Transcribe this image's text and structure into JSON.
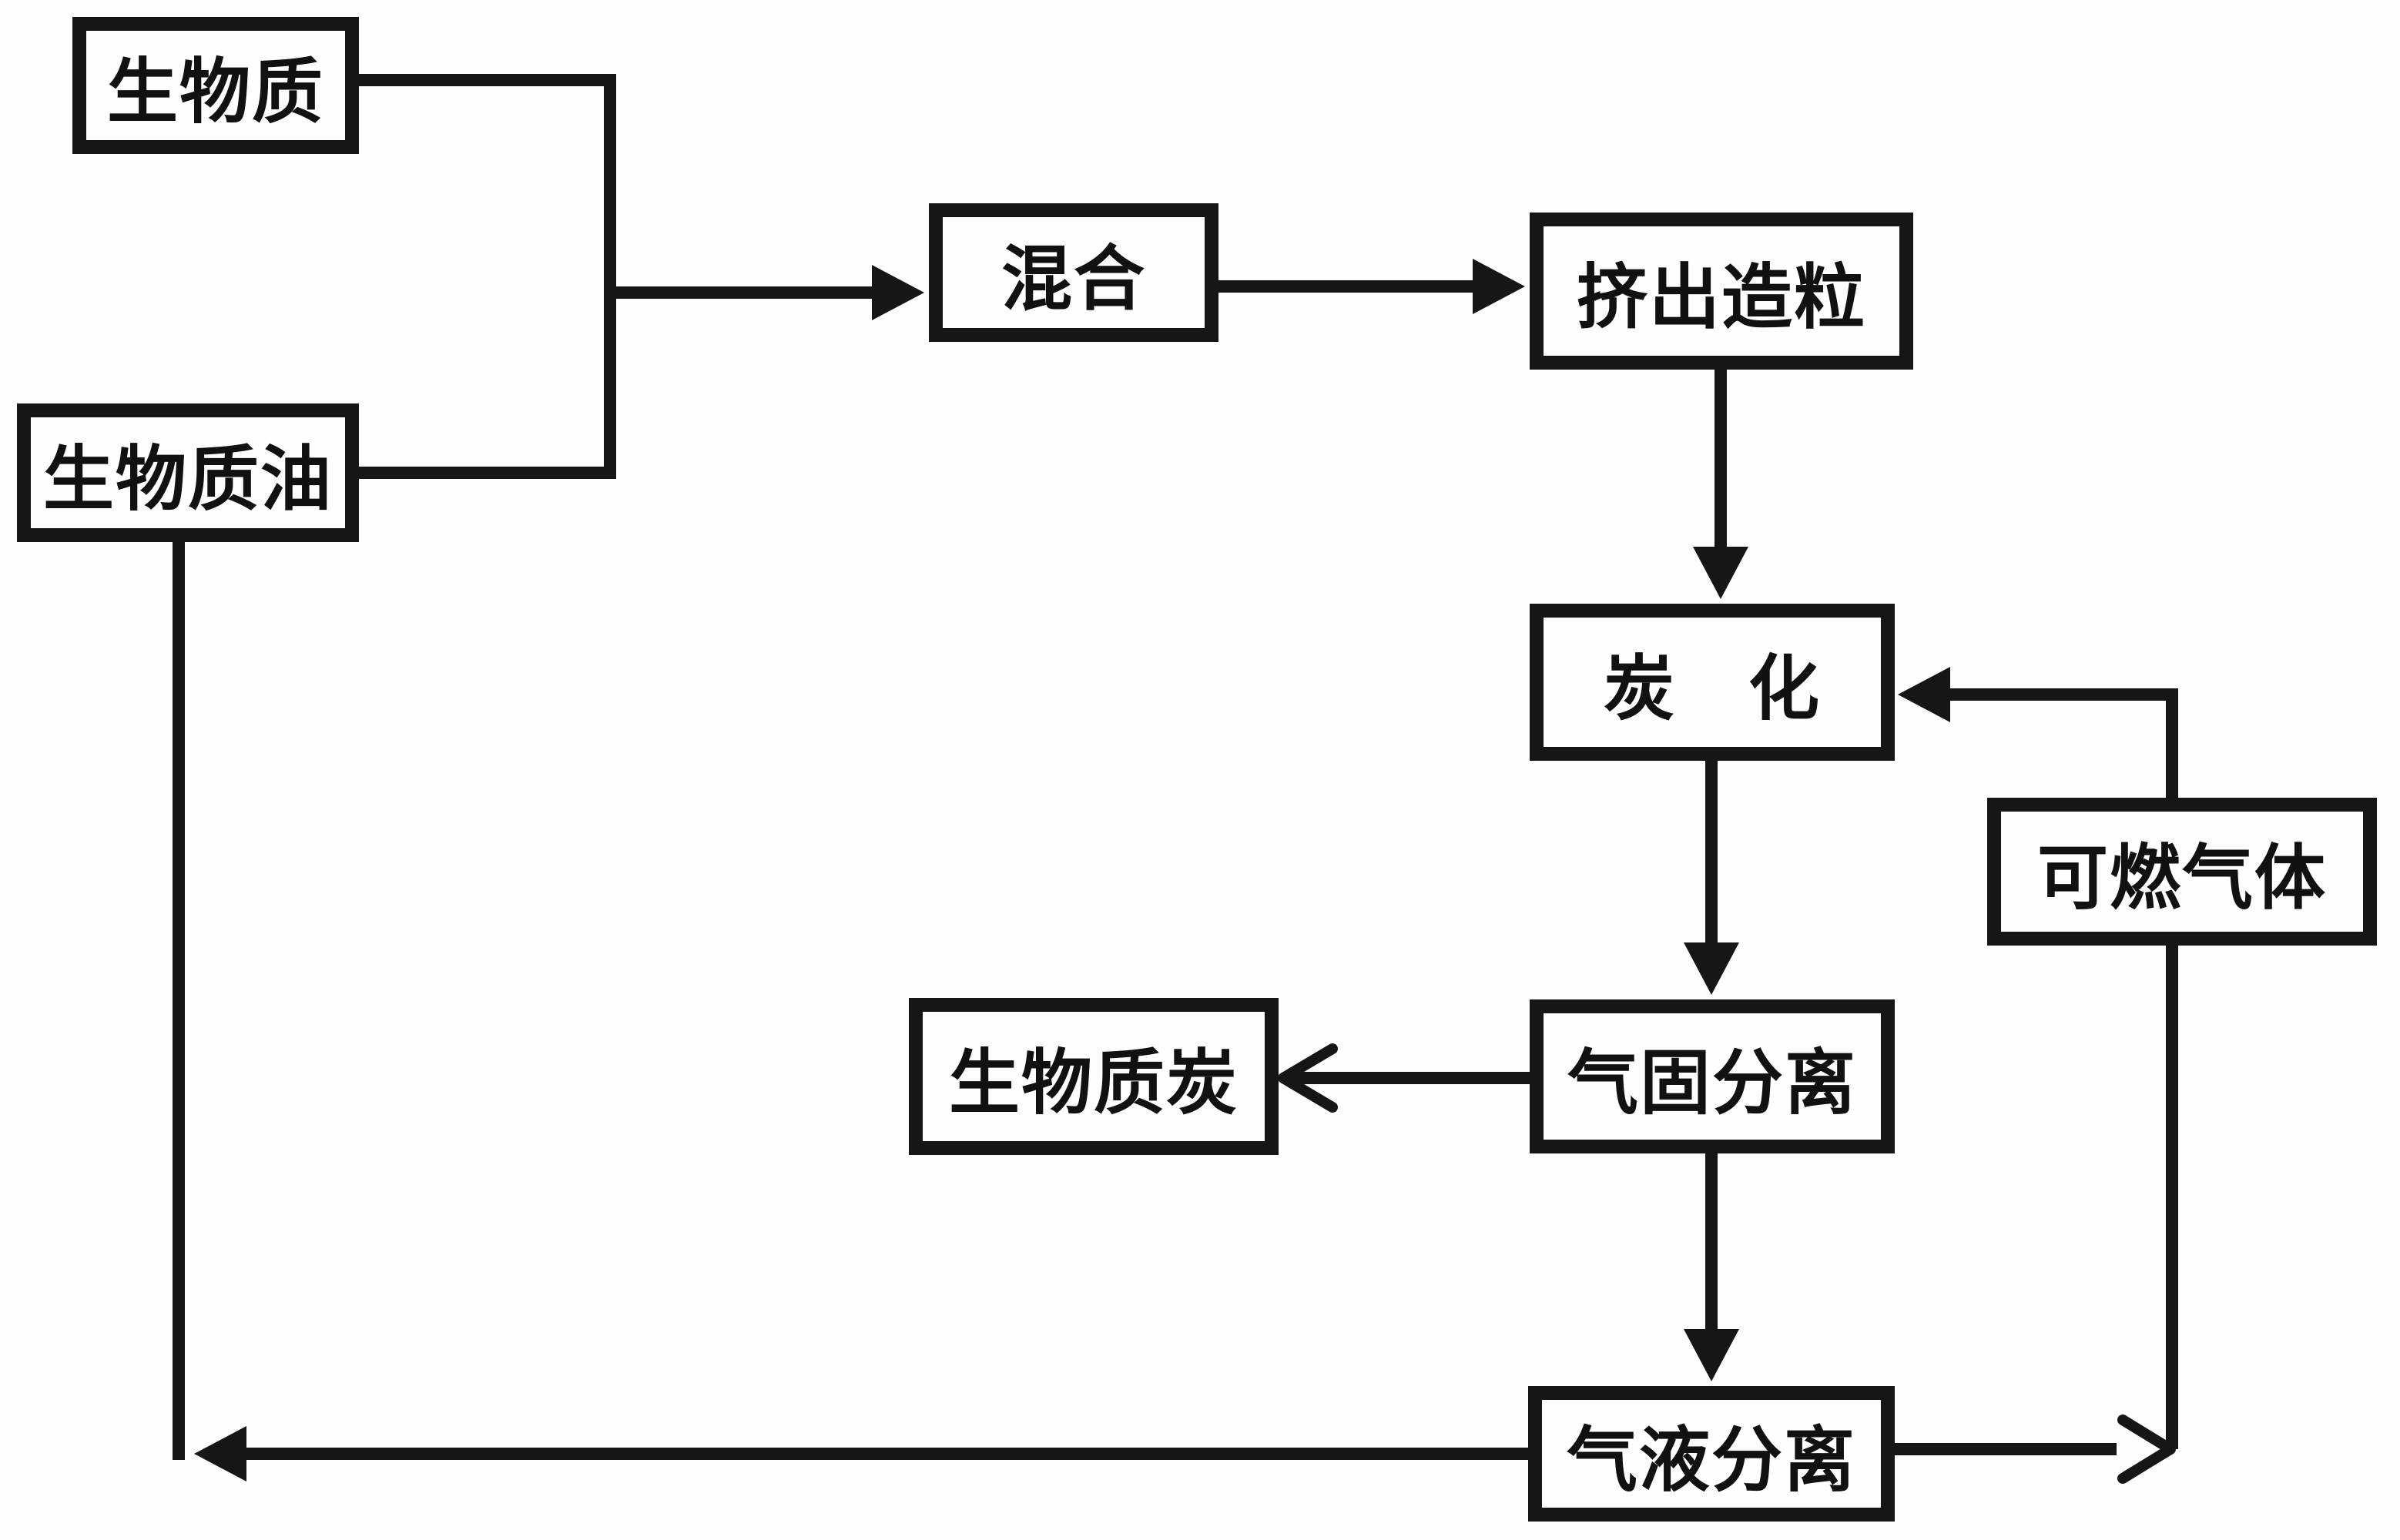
{
  "diagram": {
    "type": "flowchart",
    "language": "zh",
    "nodes": [
      {
        "id": "biomass",
        "label": "生物质"
      },
      {
        "id": "biomass-oil",
        "label": "生物质油"
      },
      {
        "id": "mixing",
        "label": "混合"
      },
      {
        "id": "extrusion-granulation",
        "label": "挤出造粒"
      },
      {
        "id": "carbonization",
        "label": "炭　化"
      },
      {
        "id": "combustible-gas",
        "label": "可燃气体"
      },
      {
        "id": "gas-solid-separation",
        "label": "气固分离"
      },
      {
        "id": "biomass-char",
        "label": "生物质炭"
      },
      {
        "id": "gas-liquid-separation",
        "label": "气液分离"
      }
    ],
    "edges": [
      {
        "from": "biomass",
        "to": "mixing"
      },
      {
        "from": "biomass-oil",
        "to": "mixing"
      },
      {
        "from": "mixing",
        "to": "extrusion-granulation"
      },
      {
        "from": "extrusion-granulation",
        "to": "carbonization"
      },
      {
        "from": "carbonization",
        "to": "gas-solid-separation"
      },
      {
        "from": "gas-solid-separation",
        "to": "biomass-char"
      },
      {
        "from": "gas-solid-separation",
        "to": "gas-liquid-separation"
      },
      {
        "from": "gas-liquid-separation",
        "to": "biomass-oil"
      },
      {
        "from": "gas-liquid-separation",
        "to": "combustible-gas"
      },
      {
        "from": "combustible-gas",
        "to": "carbonization"
      }
    ],
    "colors": {
      "background": "#fefefe",
      "box_border": "#161616",
      "line": "#161616",
      "text": "#111111"
    }
  }
}
